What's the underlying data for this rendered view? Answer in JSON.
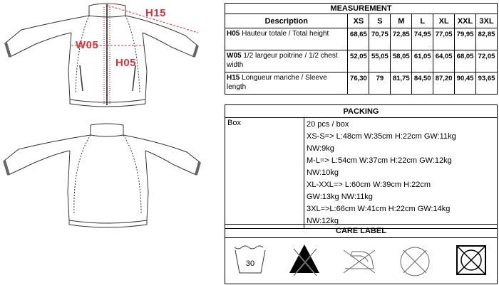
{
  "dimension_labels": {
    "h15_top": "H15",
    "w05": "W05",
    "h05": "H05"
  },
  "measurement": {
    "title": "MEASUREMENT",
    "desc_header": "Description",
    "sizes": [
      "XS",
      "S",
      "M",
      "L",
      "XL",
      "XXL",
      "3XL"
    ],
    "rows": [
      {
        "code": "H05",
        "text": "Hauteur totale  / Total height",
        "values": [
          "68,65",
          "70,75",
          "72,85",
          "74,95",
          "77,05",
          "79,95",
          "82,85"
        ]
      },
      {
        "code": "W05",
        "text": "1/2 largeur poitrine / 1/2 chest width",
        "values": [
          "52,05",
          "55,05",
          "58,05",
          "61,05",
          "64,05",
          "68,05",
          "72,05"
        ]
      },
      {
        "code": "H15",
        "text": "Longueur manche / Sleeve length",
        "values": [
          "76,30",
          "79",
          "81,75",
          "84,50",
          "87,20",
          "90,45",
          "93,65"
        ]
      }
    ]
  },
  "packing": {
    "title": "PACKING",
    "label": "Box",
    "lines": [
      "20 pcs / box",
      "XS-S=> L:48cm W:35cm H:22cm GW:11kg",
      "NW:9kg",
      "M-L=> L:54cm W:37cm H:22cm GW:12kg",
      "NW:10kg",
      "XL-XXL=> L:60cm W:39cm H:22cm",
      "GW:13kg NW:11kg",
      "3XL=>L:66cm W:41cm H:22cm GW:14kg",
      "NW:12kg"
    ]
  },
  "care": {
    "title": "CARE LABEL",
    "wash_temp": "30",
    "icons": [
      "wash-30-icon",
      "no-bleach-icon",
      "no-iron-icon",
      "no-dry-clean-icon",
      "no-tumble-dry-icon"
    ]
  },
  "colors": {
    "dimension_red": "#d8343c",
    "line": "#333333"
  }
}
